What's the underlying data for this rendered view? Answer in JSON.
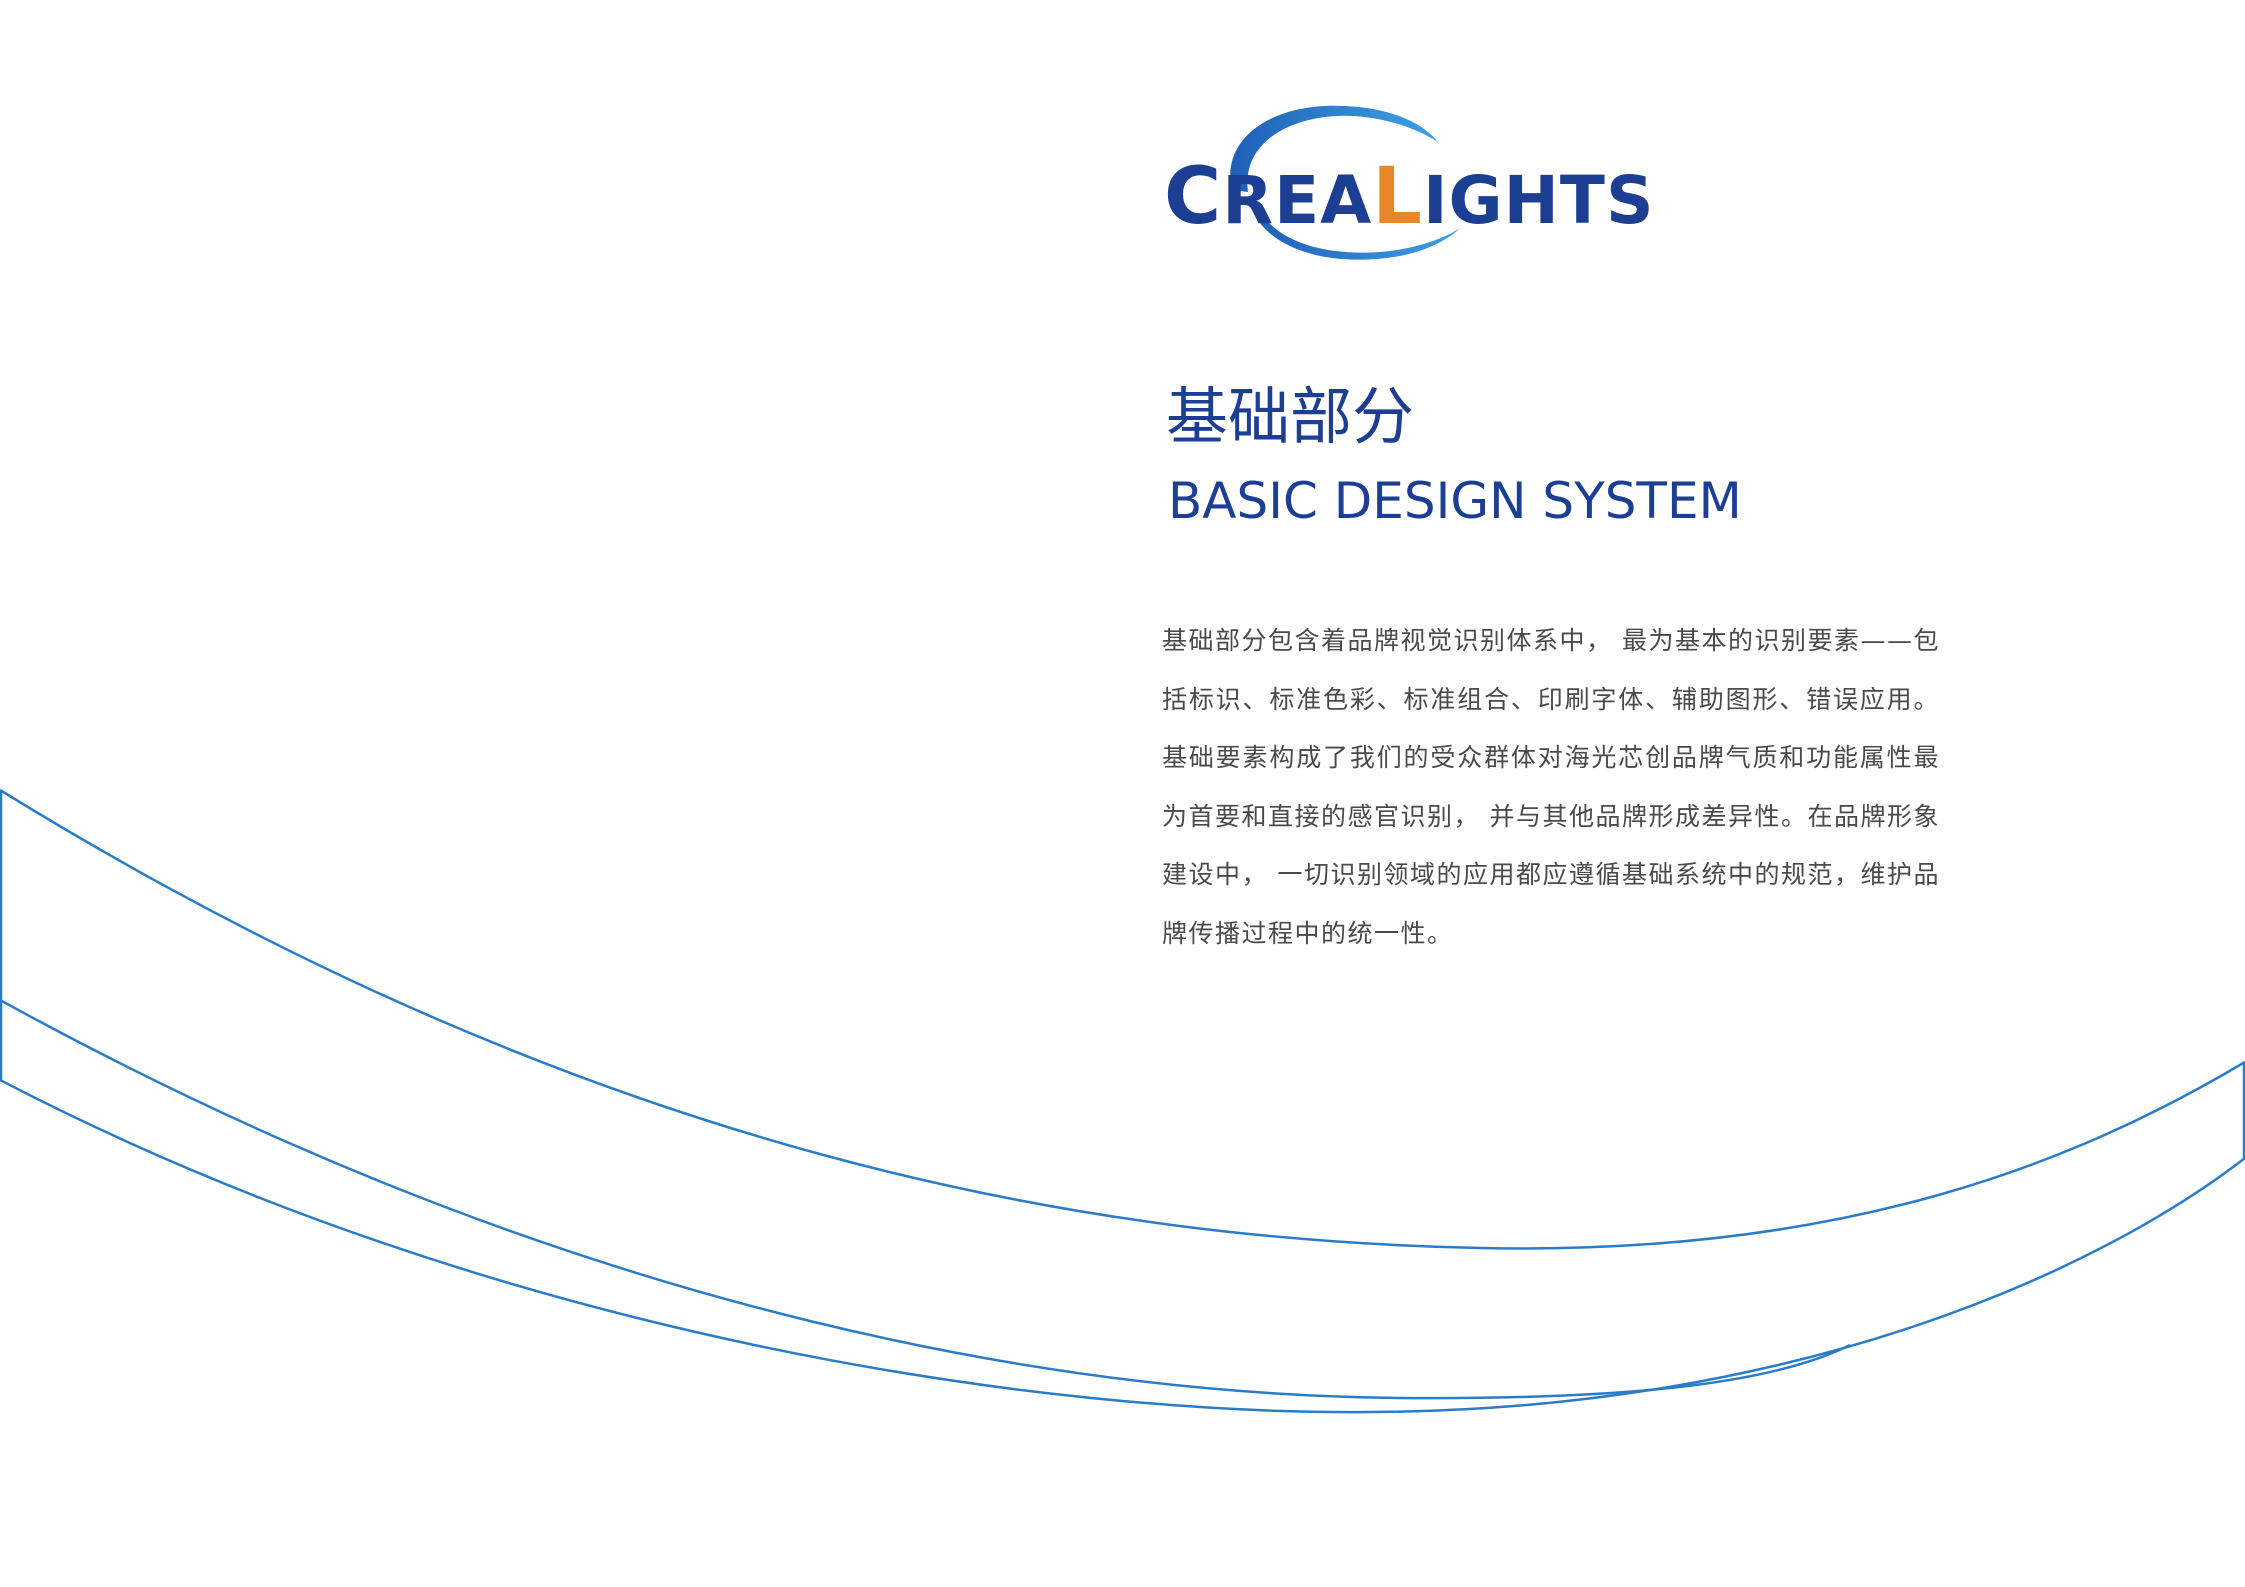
{
  "brand": {
    "logo_prefix": "C",
    "logo_mid": "REA",
    "logo_accent": "L",
    "logo_suffix": "IGHTS",
    "primary_color": "#1c3f94",
    "accent_color": "#e8862a",
    "curve_color": "#2a7cc9"
  },
  "section": {
    "title_cn": "基础部分",
    "title_en": "BASIC DESIGN SYSTEM",
    "description": "基础部分包含着品牌视觉识别体系中， 最为基本的识别要素——包括标识、标准色彩、标准组合、印刷字体、辅助图形、错误应用。基础要素构成了我们的受众群体对海光芯创品牌气质和功能属性最为首要和直接的感官识别， 并与其他品牌形成差异性。在品牌形象建设中， 一切识别领域的应用都应遵循基础系统中的规范，维护品牌传播过程中的统一性。"
  }
}
